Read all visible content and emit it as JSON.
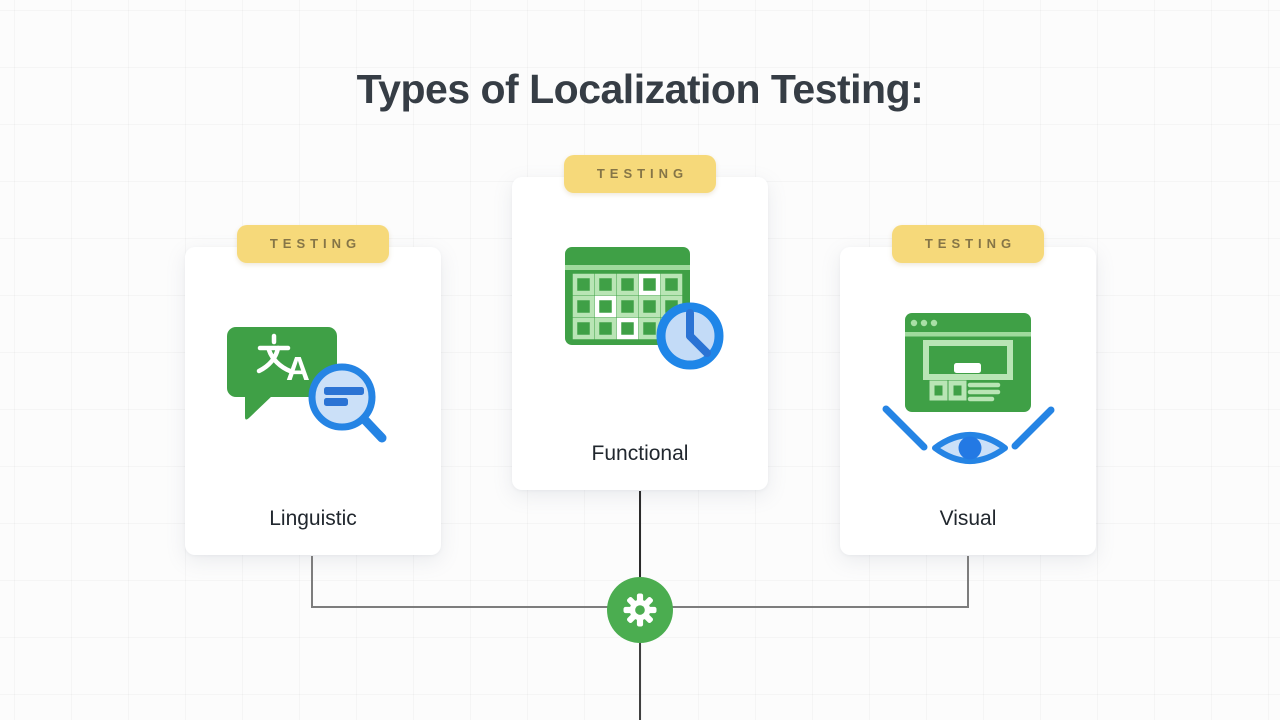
{
  "title": "Types of Localization Testing:",
  "cards": [
    {
      "id": "linguistic",
      "badge": "TESTING",
      "label": "Linguistic",
      "icon": "translate-search-icon"
    },
    {
      "id": "functional",
      "badge": "TESTING",
      "label": "Functional",
      "icon": "calendar-clock-icon"
    },
    {
      "id": "visual",
      "badge": "TESTING",
      "label": "Visual",
      "icon": "browser-eye-icon"
    }
  ],
  "hub": {
    "icon": "gear-icon"
  },
  "colors": {
    "background": "#FCFCFC",
    "card": "#FFFFFF",
    "badge_bg": "#F6D97A",
    "badge_text": "#857547",
    "title_text": "#363D45",
    "label_text": "#21272E",
    "icon_green": "#3FA046",
    "icon_green_light": "#B9E5B5",
    "icon_blue": "#2584E4",
    "icon_blue_light": "#CBE0F8",
    "icon_blue_deep": "#2B73D4",
    "hub_green": "#4BAD50",
    "connector_gray": "#7D7D7D",
    "connector_dark": "#2B2B2B"
  }
}
